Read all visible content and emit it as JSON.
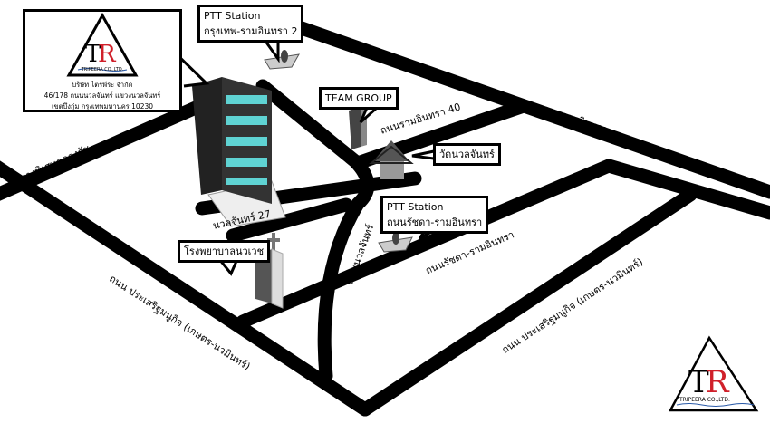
{
  "company": {
    "logo_text": "TRIPEERA CO.,LTD.",
    "name": "บริษัท ไตรพีระ จำกัด",
    "address_line1": "46/178 ถนนนวลจันทร์ แขวงนวลจันทร์",
    "address_line2": "เขตบึงกุ่ม กรุงเทพมหานคร 10230"
  },
  "landmarks": {
    "ptt1": {
      "line1": "PTT Station",
      "line2": "กรุงเทพ-รามอินทรา 2"
    },
    "team_group": "TEAM GROUP",
    "wat": "วัดนวลจันทร์",
    "ptt2": {
      "line1": "PTT Station",
      "line2": "ถนนรัชดา-รามอินทรา"
    },
    "hospital": "โรงพยาบาลนวเวช"
  },
  "roads": {
    "expressway": "ทางพิเศษฉลองรัช",
    "ramintra": "ถนนรามอินทรา",
    "ramintra40": "ถนนรามอินทรา 40",
    "nuanchan27": "นวลจันทร์ 27",
    "nuanchan": "ถนนนวลจันทร์",
    "ratchada_ramintra": "ถนนรัชดา-รามอินทรา",
    "prasert_left": "ถนน ประเสริฐมนูกิจ (เกษตร-นวมินทร์)",
    "prasert_right": "ถนน ประเสริฐมนูกิจ (เกษตร-นวมินทร์)"
  },
  "colors": {
    "road": "#000000",
    "glass": "#5fd3d3",
    "logo_red": "#d0202a",
    "logo_water": "#2a5aa8"
  }
}
